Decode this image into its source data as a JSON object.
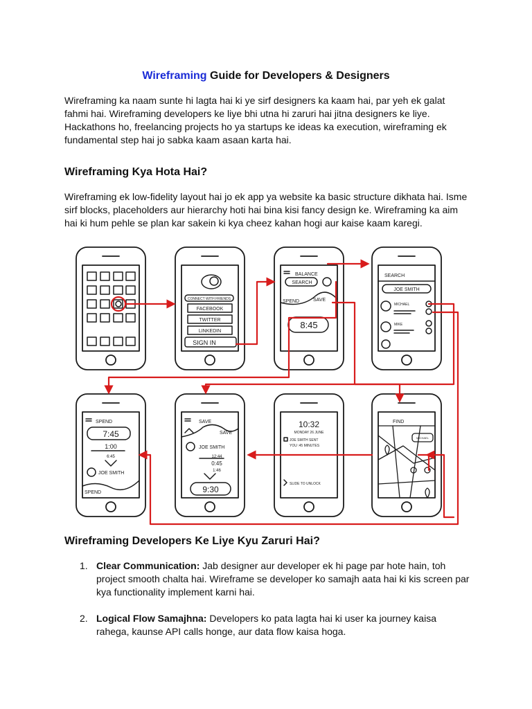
{
  "title": {
    "accent": "Wireframing",
    "rest": " Guide for Developers & Designers"
  },
  "intro": "Wireframing ka naam sunte hi lagta hai ki ye sirf designers ka kaam hai, par yeh ek galat fahmi hai. Wireframing developers ke liye bhi utna hi zaruri hai jitna designers ke liye. Hackathons ho, freelancing projects ho ya startups ke ideas ka execution, wireframing ek fundamental step hai jo sabka kaam asaan karta hai.",
  "section1": {
    "heading": "Wireframing Kya Hota Hai?",
    "body": "Wireframing ek low-fidelity layout hai jo ek app ya website ka basic structure dikhata hai. Isme sirf blocks, placeholders aur hierarchy hoti hai bina kisi fancy design ke. Wireframing ka aim hai ki hum pehle se plan kar sakein ki kya cheez kahan hogi aur kaise kaam karegi."
  },
  "sketch": {
    "phone2": {
      "label": "CONNECT WITH FRIENDS",
      "b1": "FACEBOOK",
      "b2": "TWITTER",
      "b3": "LINKEDIN",
      "signin": "SIGN IN"
    },
    "phone3": {
      "header": "BALANCE",
      "search": "SEARCH",
      "spend": "SPEND",
      "save": "SAVE",
      "amount": "8:45"
    },
    "phone4": {
      "header": "SEARCH",
      "query": "JOE SMITH",
      "r1": "MICHAEL",
      "r2": "MIKE"
    },
    "phone5": {
      "header": "SPEND",
      "amount": "7:45",
      "calc1": "1:00",
      "calc2": "6:45",
      "person": "JOE SMITH",
      "footer": "SPEND"
    },
    "phone6": {
      "header": "SAVE",
      "tab": "SAVE",
      "person": "JOE SMITH",
      "calc1": "12:44",
      "calc2": "0:45",
      "calc3": "1:46",
      "amount": "9:30"
    },
    "phone7": {
      "time": "10:32",
      "date": "MONDAY 26 JUNE",
      "msg1": "JOE SMITH SENT",
      "msg2": "YOU :45 MINUTES",
      "slide": "SLIDE TO UNLOCK"
    },
    "phone8": {
      "header": "FIND",
      "pin": "MICHAEL"
    }
  },
  "section2": {
    "heading": "Wireframing Developers Ke Liye Kyu Zaruri Hai?",
    "items": [
      {
        "num": "1.",
        "bold": "Clear Communication:",
        "text": " Jab designer aur developer ek hi page par hote hain, toh project smooth chalta hai. Wireframe se developer ko samajh aata hai ki kis screen par kya functionality implement karni hai."
      },
      {
        "num": "2.",
        "bold": "Logical Flow Samajhna:",
        "text": " Developers ko pata lagta hai ki user ka journey kaisa rahega, kaunse API calls honge, aur data flow kaisa hoga."
      }
    ]
  },
  "colors": {
    "accent": "#1a2bd6",
    "flow": "#d81c1c",
    "ink": "#1a1a1a"
  }
}
